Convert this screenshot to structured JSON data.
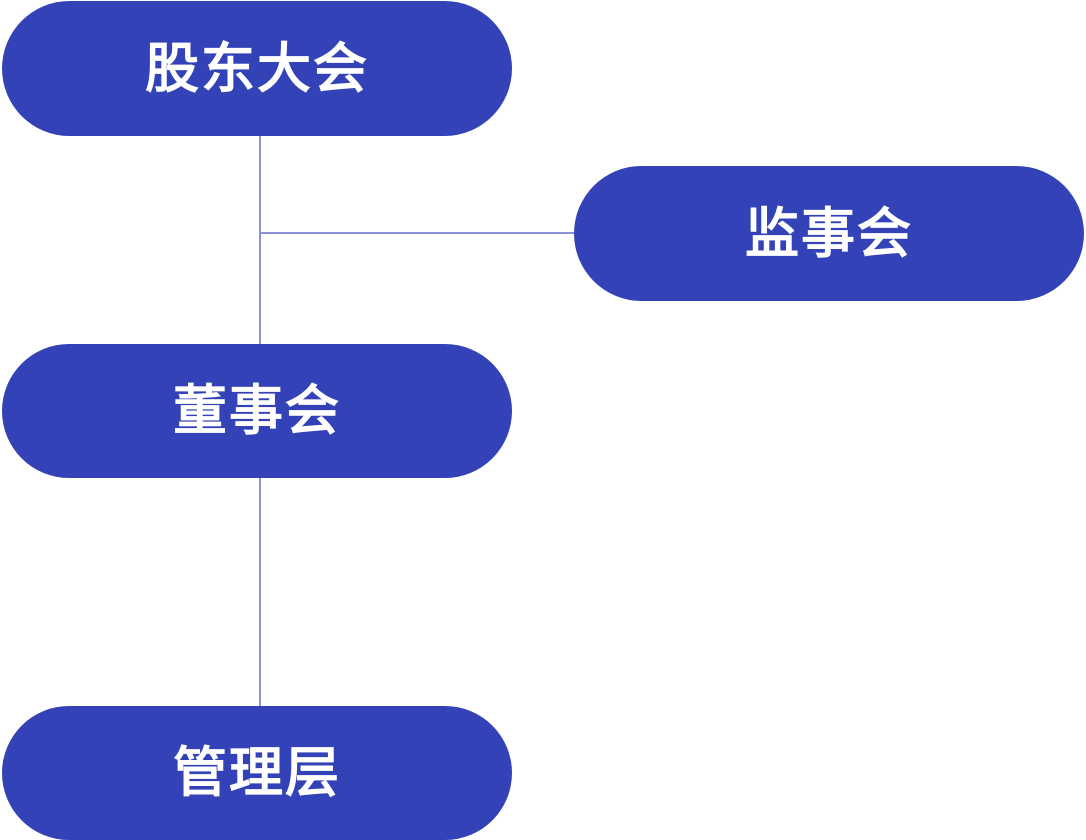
{
  "diagram": {
    "nodes": {
      "shareholders_meeting": "股东大会",
      "supervisory_board": "监事会",
      "board_of_directors": "董事会",
      "management": "管理层"
    },
    "edges": [
      [
        "股东大会",
        "董事会"
      ],
      [
        "股东大会",
        "监事会"
      ],
      [
        "董事会",
        "管理层"
      ]
    ]
  },
  "colors": {
    "node_fill": "#3342b7",
    "node_text": "#ffffff",
    "connector": "#8a91d6",
    "background": "#ffffff"
  }
}
